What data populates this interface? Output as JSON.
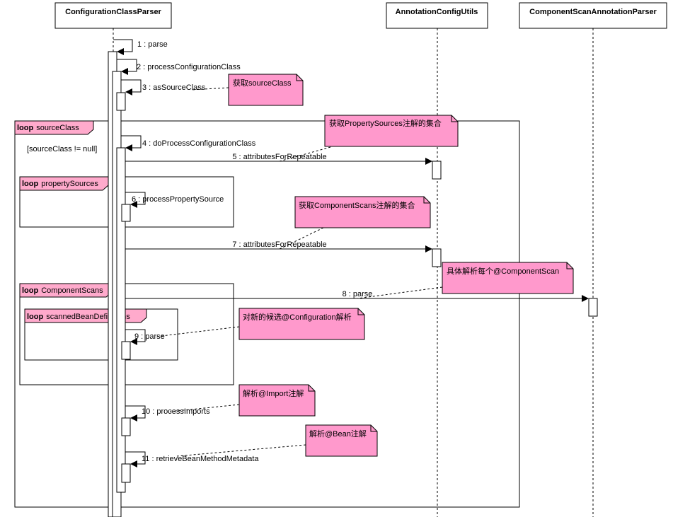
{
  "participants": [
    {
      "name": "ConfigurationClassParser"
    },
    {
      "name": "AnnotationConfigUtils"
    },
    {
      "name": "ComponentScanAnnotationParser"
    }
  ],
  "loops": [
    {
      "keyword": "loop",
      "name": "sourceClass",
      "guard": "[sourceClass != null]"
    },
    {
      "keyword": "loop",
      "name": "propertySources"
    },
    {
      "keyword": "loop",
      "name": "ComponentScans"
    },
    {
      "keyword": "loop",
      "name": "scannedBeanDefinitions"
    }
  ],
  "messages": [
    {
      "label": "1 : parse"
    },
    {
      "label": "2 : processConfigurationClass"
    },
    {
      "label": "3 : asSourceClass"
    },
    {
      "label": "4 : doProcessConfigurationClass"
    },
    {
      "label": "5 : attributesForRepeatable"
    },
    {
      "label": "6 : processPropertySource"
    },
    {
      "label": "7 : attributesForRepeatable"
    },
    {
      "label": "8 : parse"
    },
    {
      "label": "9 : parse"
    },
    {
      "label": "10 : processImports"
    },
    {
      "label": "11 : retrieveBeanMethodMetadata"
    }
  ],
  "notes": [
    {
      "text": "获取sourceClass"
    },
    {
      "text": "获取PropertySources注解的集合"
    },
    {
      "text": "获取ComponentScans注解的集合"
    },
    {
      "text": "具体解析每个@ComponentScan"
    },
    {
      "text": "对新的候选@Configuration解析"
    },
    {
      "text": "解析@Import注解"
    },
    {
      "text": "解析@Bean注解"
    }
  ],
  "colors": {
    "note_fill": "#ff99cc",
    "loop_tab_fill": "#ffaacc",
    "line": "#000000"
  }
}
